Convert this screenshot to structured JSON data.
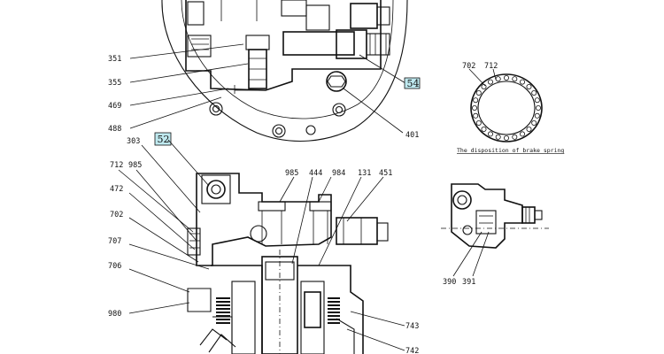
{
  "callouts": {
    "c351": "351",
    "c355": "355",
    "c469": "469",
    "c488": "488",
    "c401": "401",
    "c303": "303",
    "c712a": "712",
    "c985a": "985",
    "c472": "472",
    "c702a": "702",
    "c707": "707",
    "c706": "706",
    "c980": "980",
    "c985b": "985",
    "c444": "444",
    "c984": "984",
    "c131": "131",
    "c451": "451",
    "c743": "743",
    "c742": "742",
    "c702b": "702",
    "c712b": "712",
    "c390": "390",
    "c391": "391"
  },
  "boxes": {
    "b54": "54",
    "b52": "52"
  },
  "colors": {
    "box_fill": "#bfe9ef",
    "ink": "#111111"
  },
  "captions": {
    "brake_spring": "The disposition of brake spring"
  }
}
